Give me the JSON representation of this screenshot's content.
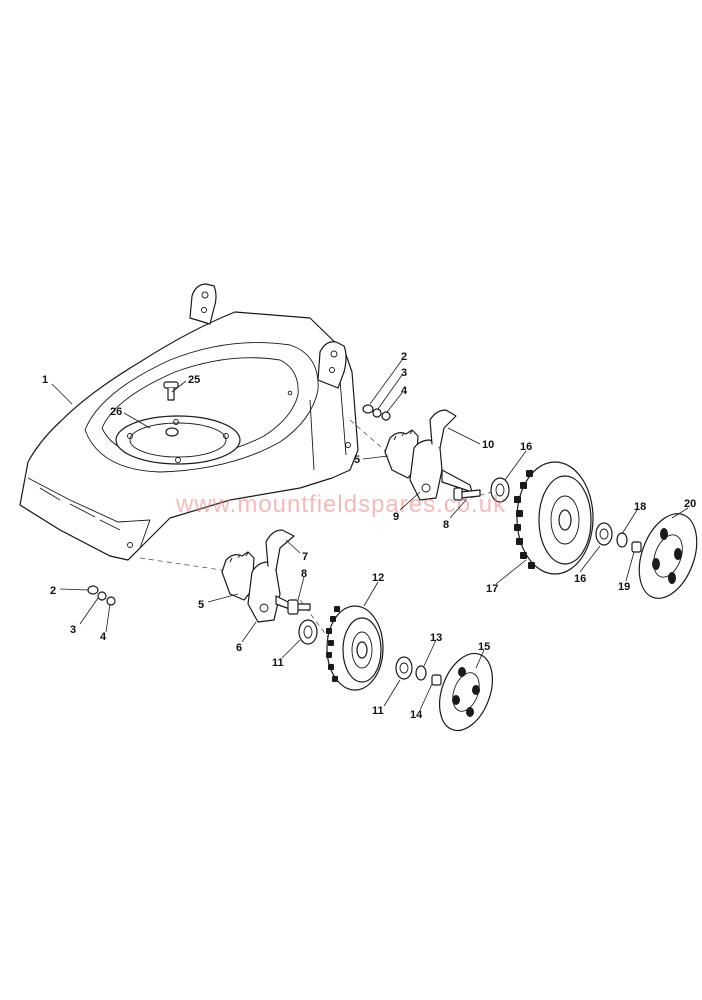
{
  "watermark": "www.mountfieldspares.co.uk",
  "accent_color": "#f08080",
  "callouts": [
    {
      "label": "1"
    },
    {
      "label": "25"
    },
    {
      "label": "26"
    },
    {
      "label": "2"
    },
    {
      "label": "3"
    },
    {
      "label": "4"
    },
    {
      "label": "10"
    },
    {
      "label": "16"
    },
    {
      "label": "5"
    },
    {
      "label": "9"
    },
    {
      "label": "8"
    },
    {
      "label": "17"
    },
    {
      "label": "16"
    },
    {
      "label": "18"
    },
    {
      "label": "19"
    },
    {
      "label": "20"
    },
    {
      "label": "7"
    },
    {
      "label": "8"
    },
    {
      "label": "5"
    },
    {
      "label": "6"
    },
    {
      "label": "11"
    },
    {
      "label": "12"
    },
    {
      "label": "2"
    },
    {
      "label": "3"
    },
    {
      "label": "4"
    },
    {
      "label": "13"
    },
    {
      "label": "15"
    },
    {
      "label": "11"
    },
    {
      "label": "14"
    }
  ]
}
